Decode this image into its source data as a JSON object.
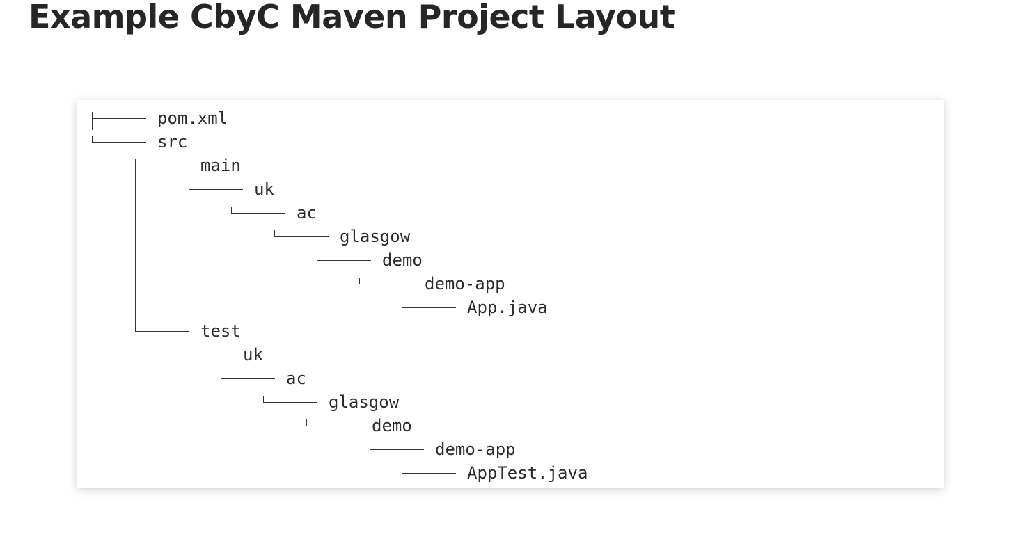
{
  "page": {
    "title": "Example CbyC Maven Project Layout"
  },
  "tree": {
    "nodes": [
      {
        "label": "pom.xml",
        "connector": "tee"
      },
      {
        "label": "src",
        "connector": "corner"
      },
      {
        "label": "main",
        "connector": "tee"
      },
      {
        "label": "uk",
        "connector": "corner"
      },
      {
        "label": "ac",
        "connector": "corner"
      },
      {
        "label": "glasgow",
        "connector": "corner"
      },
      {
        "label": "demo",
        "connector": "corner"
      },
      {
        "label": "demo-app",
        "connector": "corner"
      },
      {
        "label": "App.java",
        "connector": "corner"
      },
      {
        "label": "test",
        "connector": "corner"
      },
      {
        "label": "uk",
        "connector": "corner"
      },
      {
        "label": "ac",
        "connector": "corner"
      },
      {
        "label": "glasgow",
        "connector": "corner"
      },
      {
        "label": "demo",
        "connector": "corner"
      },
      {
        "label": "demo-app",
        "connector": "corner"
      },
      {
        "label": "AppTest.java",
        "connector": "corner"
      }
    ]
  }
}
